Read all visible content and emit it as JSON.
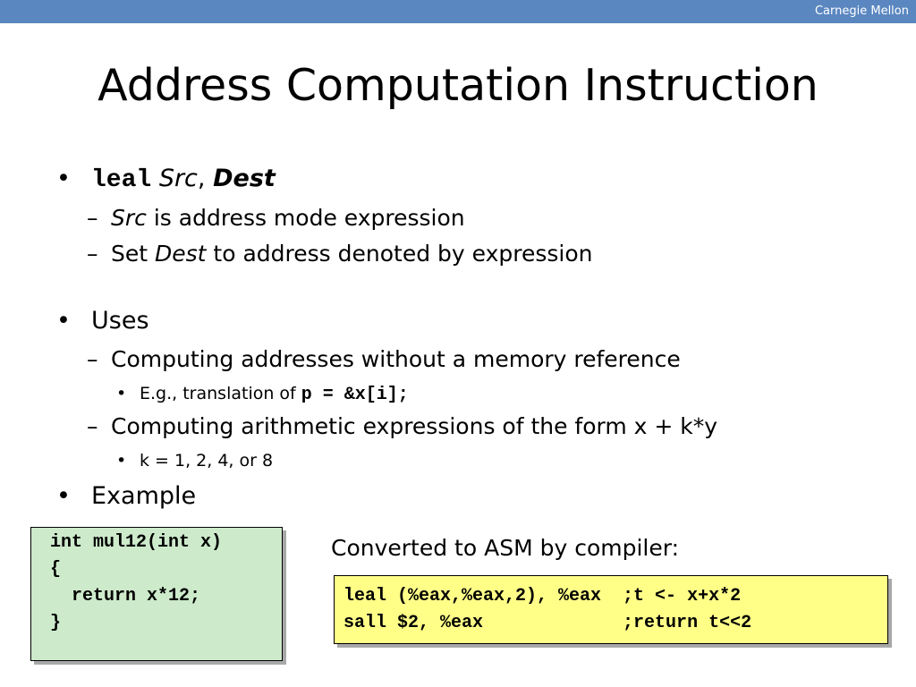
{
  "header": {
    "institution": "Carnegie Mellon"
  },
  "slide": {
    "title": "Address Computation Instruction",
    "bullet_leal": {
      "code": "leal",
      "src": "Src",
      "comma": ",",
      "dest": "Dest",
      "sub1": {
        "src": "Src",
        "rest": " is address mode expression"
      },
      "sub2": {
        "pre": "Set ",
        "dest": "Dest",
        "rest": " to address denoted by expression"
      }
    },
    "bullet_uses": {
      "label": "Uses",
      "sub1": "Computing addresses without a memory reference",
      "sub1_item": {
        "pre": "E.g., translation of ",
        "code": "p = &x[i];"
      },
      "sub2": "Computing arithmetic expressions of the form x + k*y",
      "sub2_item": "k = 1, 2, 4, or 8"
    },
    "bullet_example": {
      "label": "Example"
    }
  },
  "c_code": {
    "lines": [
      "int mul12(int x)",
      "{",
      "  return x*12;",
      "}"
    ]
  },
  "asm": {
    "caption": "Converted to ASM by compiler:",
    "lines": [
      "leal (%eax,%eax,2), %eax  ;t <- x+x*2",
      "sall $2, %eax             ;return t<<2"
    ]
  }
}
